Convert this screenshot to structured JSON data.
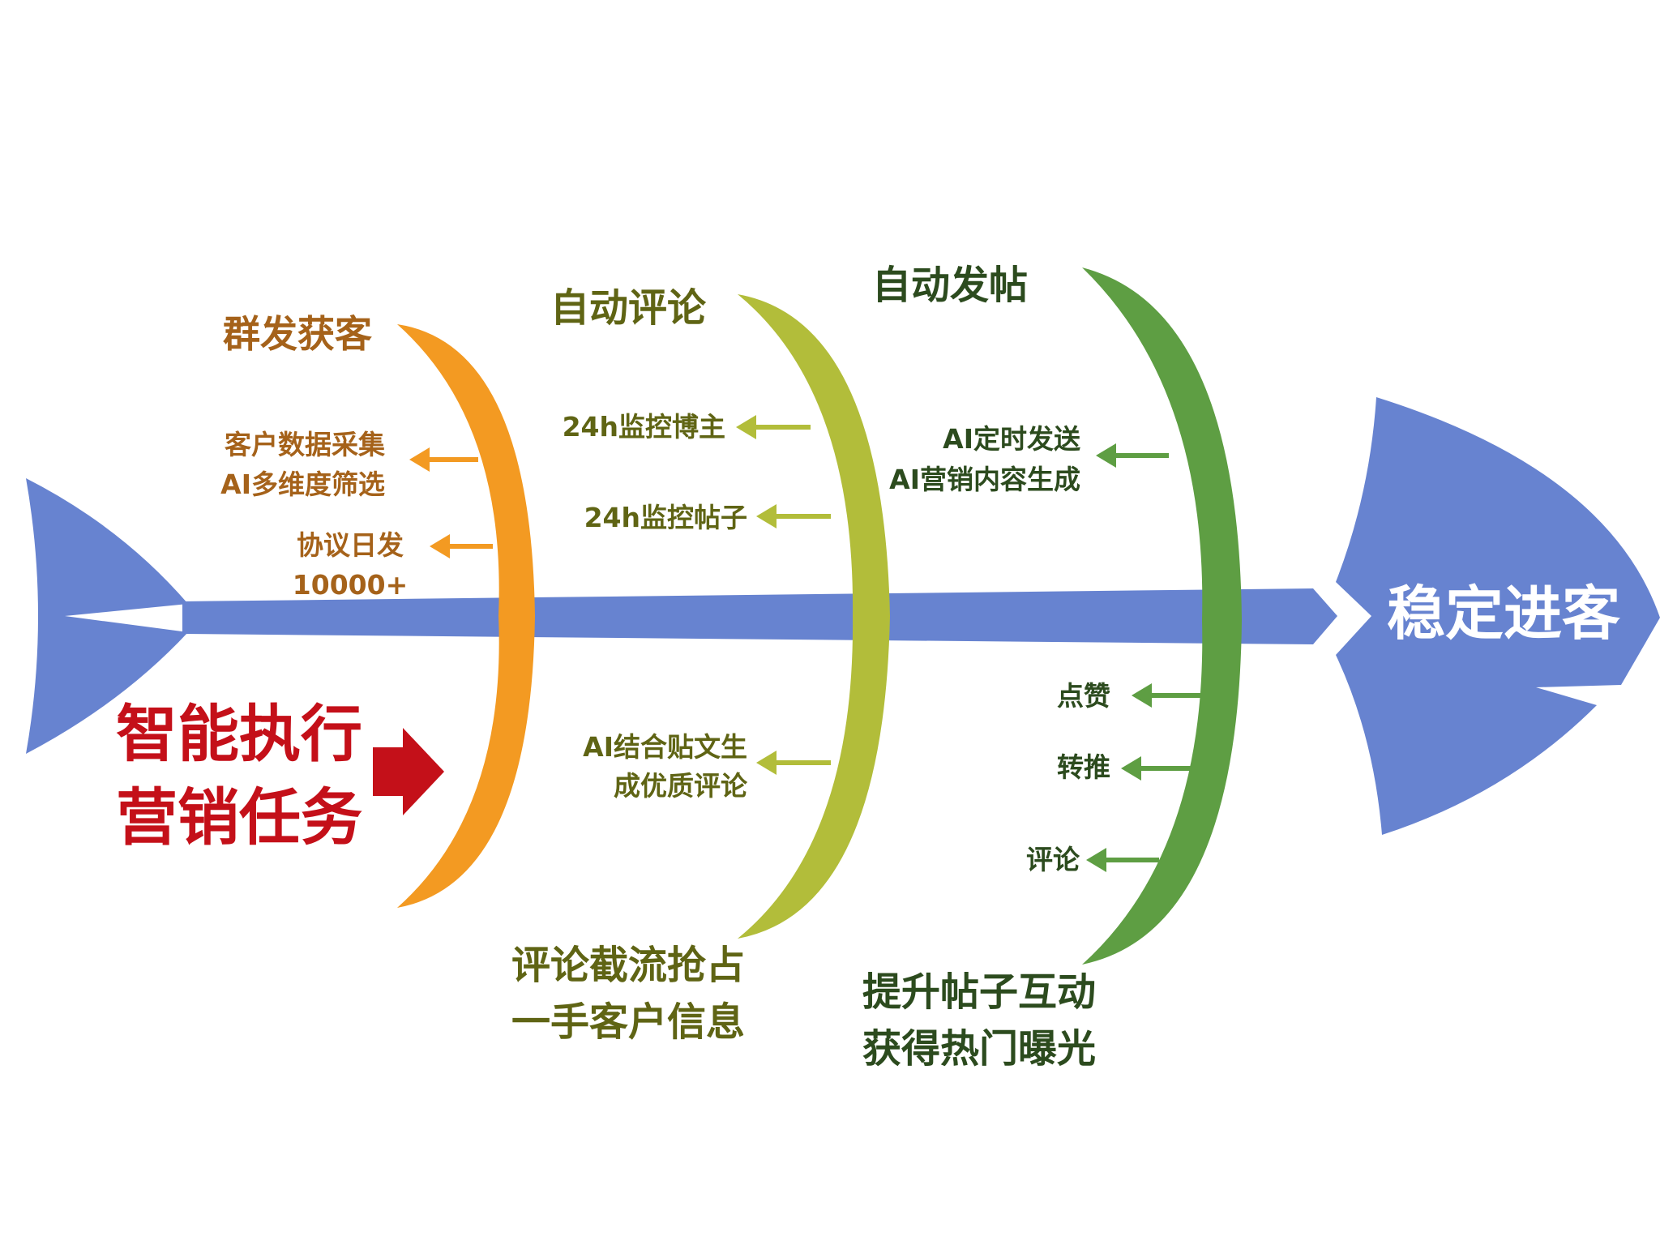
{
  "colors": {
    "fish_body": "#6783D0",
    "bone1": "#F39A22",
    "bone1_text": "#A5621A",
    "bone2": "#B2BD3A",
    "bone2_text": "#5F6414",
    "bone3": "#5E9E43",
    "bone3_text": "#2C4B1E",
    "task_text": "#C41019",
    "head_text": "#FFFFFF"
  },
  "head": {
    "label": "稳定进客"
  },
  "task": {
    "line1": "智能执行",
    "line2": "营销任务"
  },
  "bones": [
    {
      "title": "群发获客",
      "items": [
        {
          "line1": "客户数据采集",
          "line2": "AI多维度筛选"
        },
        {
          "line1": "协议日发",
          "line2": "10000+"
        }
      ],
      "bottom": {
        "line1": "",
        "line2": ""
      }
    },
    {
      "title": "自动评论",
      "items": [
        {
          "line1": "24h监控博主"
        },
        {
          "line1": "24h监控帖子"
        },
        {
          "line1": "AI结合贴文生",
          "line2": "成优质评论"
        }
      ],
      "bottom": {
        "line1": "评论截流抢占",
        "line2": "一手客户信息"
      }
    },
    {
      "title": "自动发帖",
      "items": [
        {
          "line1": "AI定时发送",
          "line2": "AI营销内容生成"
        },
        {
          "line1": "点赞"
        },
        {
          "line1": "转推"
        },
        {
          "line1": "评论"
        }
      ],
      "bottom": {
        "line1": "提升帖子互动",
        "line2": "获得热门曝光"
      }
    }
  ]
}
